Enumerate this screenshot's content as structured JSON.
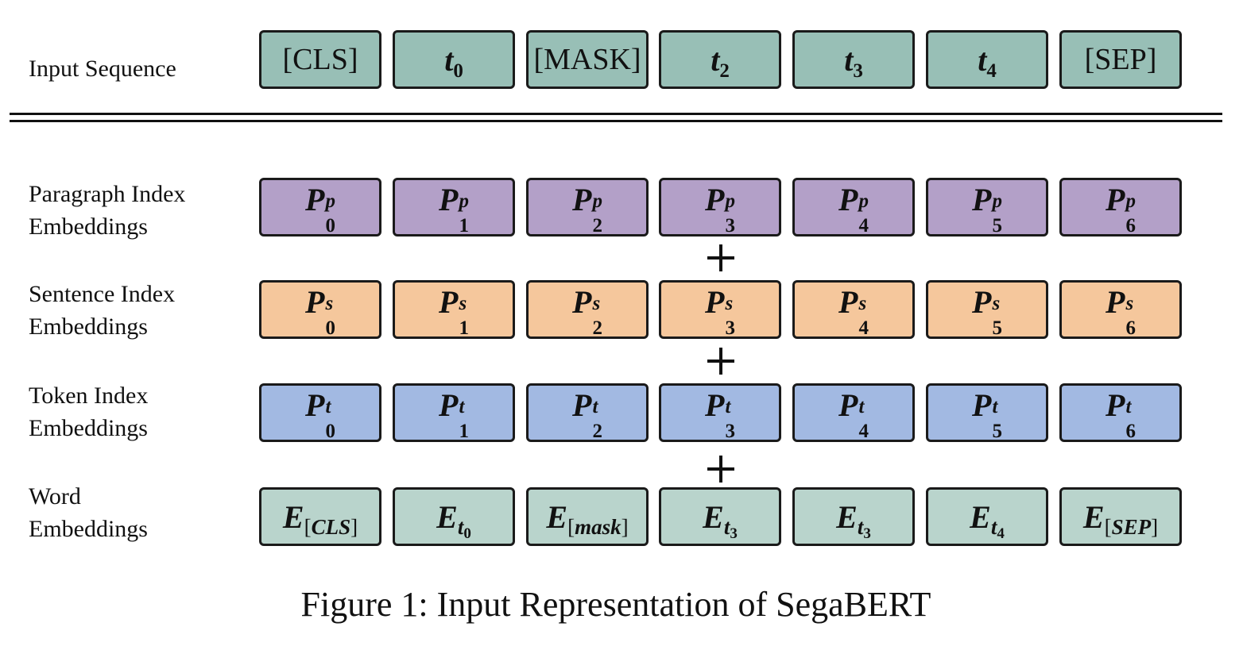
{
  "caption": "Figure 1: Input Representation of SegaBERT",
  "colors": {
    "input": "#98bfb6",
    "paragraph": "#b3a0c8",
    "sentence": "#f5c79c",
    "token": "#a2b9e2",
    "word": "#b9d4cc"
  },
  "input_sequence": {
    "label": "Input Sequence",
    "tokens": [
      {
        "kind": "plain",
        "text": "[CLS]"
      },
      {
        "kind": "tok",
        "base": "t",
        "sub": "0"
      },
      {
        "kind": "plain",
        "text": "[MASK]"
      },
      {
        "kind": "tok",
        "base": "t",
        "sub": "2"
      },
      {
        "kind": "tok",
        "base": "t",
        "sub": "3"
      },
      {
        "kind": "tok",
        "base": "t",
        "sub": "4"
      },
      {
        "kind": "plain",
        "text": "[SEP]"
      }
    ]
  },
  "paragraph": {
    "label_line1": "Paragraph Index",
    "label_line2": "Embeddings",
    "base": "P",
    "sup": "p",
    "subs": [
      "0",
      "1",
      "2",
      "3",
      "4",
      "5",
      "6"
    ]
  },
  "sentence": {
    "label_line1": "Sentence Index",
    "label_line2": "Embeddings",
    "base": "P",
    "sup": "s",
    "subs": [
      "0",
      "1",
      "2",
      "3",
      "4",
      "5",
      "6"
    ]
  },
  "token": {
    "label_line1": "Token Index",
    "label_line2": "Embeddings",
    "base": "P",
    "sup": "t",
    "subs": [
      "0",
      "1",
      "2",
      "3",
      "4",
      "5",
      "6"
    ]
  },
  "word": {
    "label_line1": "Word",
    "label_line2": "Embeddings",
    "cells": [
      {
        "base": "E",
        "open": "[",
        "sub": "CLS",
        "close": "]",
        "subsub": ""
      },
      {
        "base": "E",
        "open": "",
        "sub": "t",
        "close": "",
        "subsub": "0"
      },
      {
        "base": "E",
        "open": "[",
        "sub": "mask",
        "close": "]",
        "subsub": ""
      },
      {
        "base": "E",
        "open": "",
        "sub": "t",
        "close": "",
        "subsub": "3"
      },
      {
        "base": "E",
        "open": "",
        "sub": "t",
        "close": "",
        "subsub": "3"
      },
      {
        "base": "E",
        "open": "",
        "sub": "t",
        "close": "",
        "subsub": "4"
      },
      {
        "base": "E",
        "open": "[",
        "sub": "SEP",
        "close": "]",
        "subsub": ""
      }
    ]
  },
  "plus_symbol": "+"
}
